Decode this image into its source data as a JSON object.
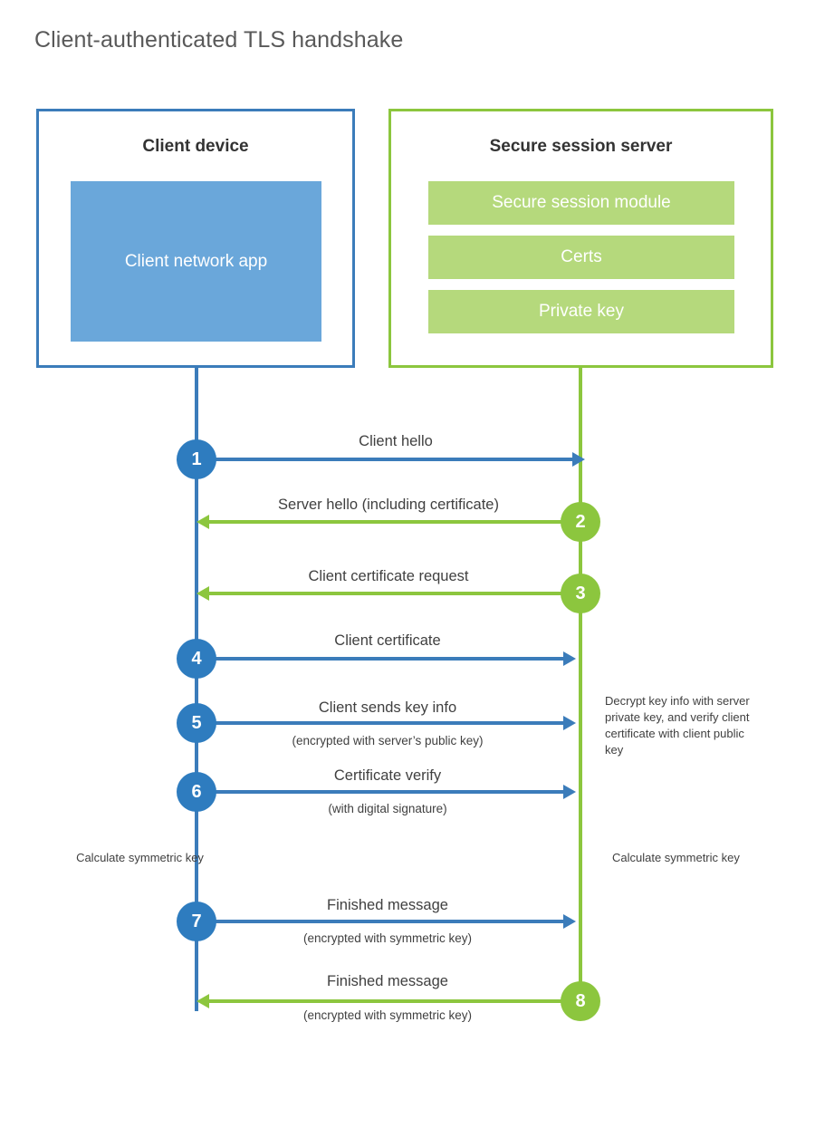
{
  "title": "Client-authenticated TLS handshake",
  "colors": {
    "client_blue": "#3b7cba",
    "client_circle_blue": "#2e7cbf",
    "client_app_fill": "#6aa7da",
    "server_green": "#8cc63e",
    "server_block_fill": "#b5d97c",
    "text_dark": "#404040",
    "title_gray": "#595959",
    "background": "#ffffff"
  },
  "parties": {
    "client": {
      "title": "Client device",
      "blocks": [
        "Client network app"
      ]
    },
    "server": {
      "title": "Secure session server",
      "blocks": [
        "Secure session module",
        "Certs",
        "Private key"
      ]
    }
  },
  "steps": [
    {
      "number": "1",
      "label": "Client hello",
      "sublabel": "",
      "direction": "client-to-server",
      "color": "blue"
    },
    {
      "number": "2",
      "label": "Server hello (including certificate)",
      "sublabel": "",
      "direction": "server-to-client",
      "color": "green"
    },
    {
      "number": "3",
      "label": "Client certificate request",
      "sublabel": "",
      "direction": "server-to-client",
      "color": "green"
    },
    {
      "number": "4",
      "label": "Client certificate",
      "sublabel": "",
      "direction": "client-to-server",
      "color": "blue"
    },
    {
      "number": "5",
      "label": "Client sends key info",
      "sublabel": "(encrypted with server’s public key)",
      "direction": "client-to-server",
      "color": "blue"
    },
    {
      "number": "6",
      "label": "Certificate verify",
      "sublabel": "(with digital signature)",
      "direction": "client-to-server",
      "color": "blue"
    },
    {
      "number": "7",
      "label": "Finished message",
      "sublabel": "(encrypted with symmetric key)",
      "direction": "client-to-server",
      "color": "blue"
    },
    {
      "number": "8",
      "label": "Finished message",
      "sublabel": "(encrypted with symmetric key)",
      "direction": "server-to-client",
      "color": "green"
    }
  ],
  "notes": {
    "server_decrypt": "Decrypt key info with server private key, and verify client certificate with client public key",
    "client_calculate": "Calculate symmetric key",
    "server_calculate": "Calculate symmetric key"
  }
}
